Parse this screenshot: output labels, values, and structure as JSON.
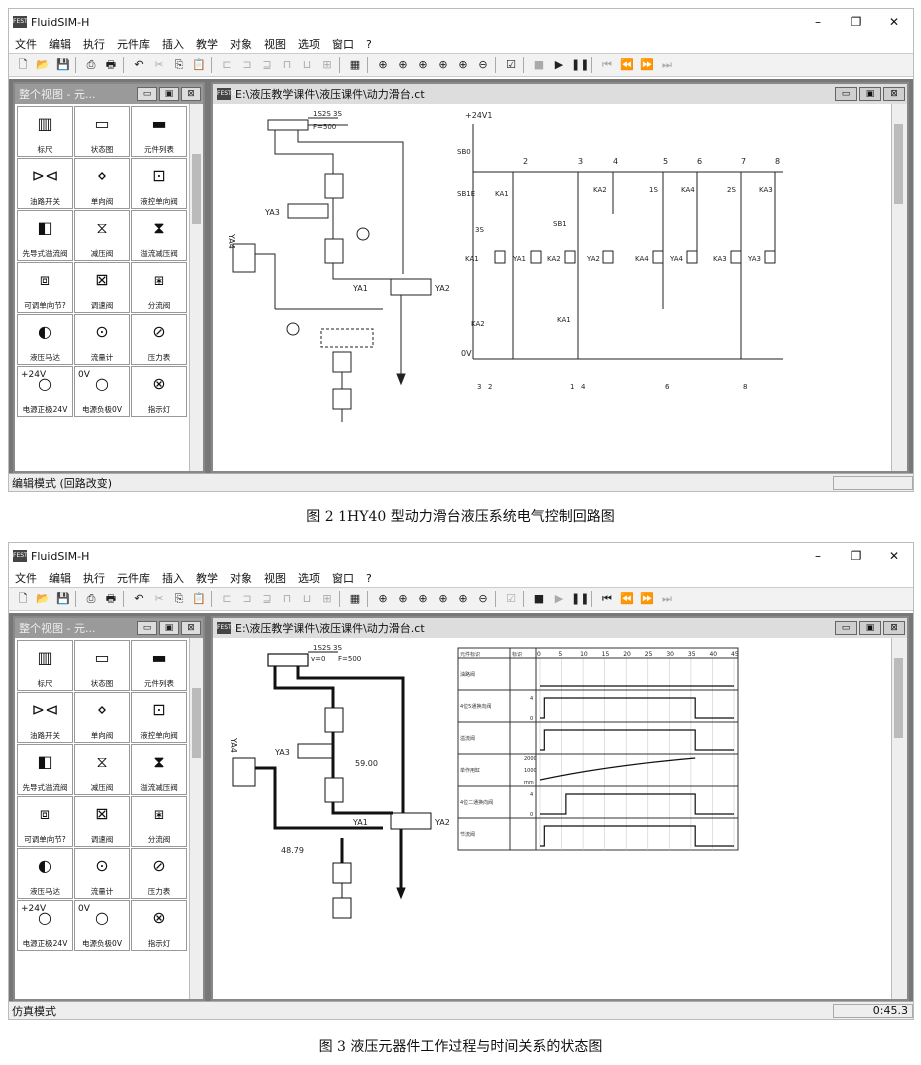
{
  "app": {
    "title": "FluidSIM-H",
    "logo": "FESTO"
  },
  "window_controls": {
    "minimize": "–",
    "restore": "❐",
    "close": "✕"
  },
  "menu": [
    "文件",
    "编辑",
    "执行",
    "元件库",
    "插入",
    "教学",
    "对象",
    "视图",
    "选项",
    "窗口",
    "?"
  ],
  "toolbar_icons": [
    "new-icon",
    "open-icon",
    "save-icon",
    "preview-icon",
    "print-icon",
    "undo-icon",
    "cut-icon",
    "copy-icon",
    "paste-icon",
    "align-icon",
    "zoom-icon",
    "play-icon",
    "pause-icon",
    "step-icon"
  ],
  "library": {
    "title": "整个视图 - 元...",
    "items": [
      {
        "label": "标尺",
        "icon": "ruler-icon"
      },
      {
        "label": "状态图",
        "icon": "state-diagram-icon"
      },
      {
        "label": "元件列表",
        "icon": "parts-list-icon"
      },
      {
        "label": "油路开关",
        "icon": "shutoff-valve-icon"
      },
      {
        "label": "单向阀",
        "icon": "check-valve-icon"
      },
      {
        "label": "液控单向阀",
        "icon": "pilot-check-valve-icon"
      },
      {
        "label": "先导式溢流阀",
        "icon": "pilot-relief-valve-icon"
      },
      {
        "label": "减压阀",
        "icon": "reducing-valve-icon"
      },
      {
        "label": "溢流减压阀",
        "icon": "relief-reducing-valve-icon"
      },
      {
        "label": "可调单向节?",
        "icon": "adjustable-throttle-check-icon"
      },
      {
        "label": "调速阀",
        "icon": "flow-control-valve-icon"
      },
      {
        "label": "分流阀",
        "icon": "flow-divider-icon"
      },
      {
        "label": "液压马达",
        "icon": "hydraulic-motor-icon"
      },
      {
        "label": "流量计",
        "icon": "flow-meter-icon"
      },
      {
        "label": "压力表",
        "icon": "pressure-gauge-icon"
      },
      {
        "label": "电源正极24V",
        "icon": "power-positive-icon",
        "text": "+24V"
      },
      {
        "label": "电源负极0V",
        "icon": "power-negative-icon",
        "text": "0V"
      },
      {
        "label": "指示灯",
        "icon": "indicator-lamp-icon"
      }
    ]
  },
  "doc": {
    "title": "E:\\液压教学课件\\液压课件\\动力滑台.ct"
  },
  "window1": {
    "status": "编辑模式 (回路改变)",
    "hydraulic_labels": {
      "scale": "1S2S 3S",
      "force": "F=500",
      "ya4": "YA4",
      "ya3": "YA3",
      "ya1": "YA1",
      "ya2": "YA2"
    },
    "electric": {
      "v24": "+24V1",
      "v0": "0V",
      "columns": [
        "2",
        "3",
        "4",
        "5",
        "6",
        "7",
        "8"
      ],
      "switches": [
        "SB0",
        "SB1E",
        "KA1",
        "3S",
        "KA2",
        "SB1",
        "1S",
        "KA4",
        "2S",
        "KA3"
      ],
      "coils": [
        "KA1",
        "YA1",
        "KA2",
        "YA2",
        "KA4",
        "YA4",
        "KA3",
        "YA3"
      ],
      "bottom_contacts": [
        "KA2",
        "KA1"
      ],
      "refs": [
        "3",
        "2",
        "1",
        "4",
        "6",
        "8"
      ]
    }
  },
  "window2": {
    "status": "仿真模式",
    "time": "0:45.3",
    "hydraulic_labels": {
      "scale": "1S2S 3S",
      "v": "v=0",
      "force": "F=500",
      "gauge1": "59.00",
      "gauge2": "48.79",
      "ya4": "YA4",
      "ya3": "YA3",
      "ya1": "YA1",
      "ya2": "YA2"
    },
    "state_diagram": {
      "col1": "元件标识",
      "col2": "标识",
      "ticks": [
        "0",
        "5",
        "10",
        "15",
        "20",
        "25",
        "30",
        "35",
        "40",
        "45"
      ],
      "rows": [
        "油路阀",
        "4位5通换向阀",
        "溢流阀",
        "单作用缸",
        "4位二通换向阀",
        "节流阀"
      ],
      "y_labels": {
        "four": "4",
        "zero": "0",
        "k2000": "2000",
        "k1000": "1000",
        "mm": "mm"
      }
    }
  },
  "captions": {
    "fig2": "图 2   1HY40 型动力滑台液压系统电气控制回路图",
    "fig3": "图 3   液压元器件工作过程与时间关系的状态图"
  }
}
